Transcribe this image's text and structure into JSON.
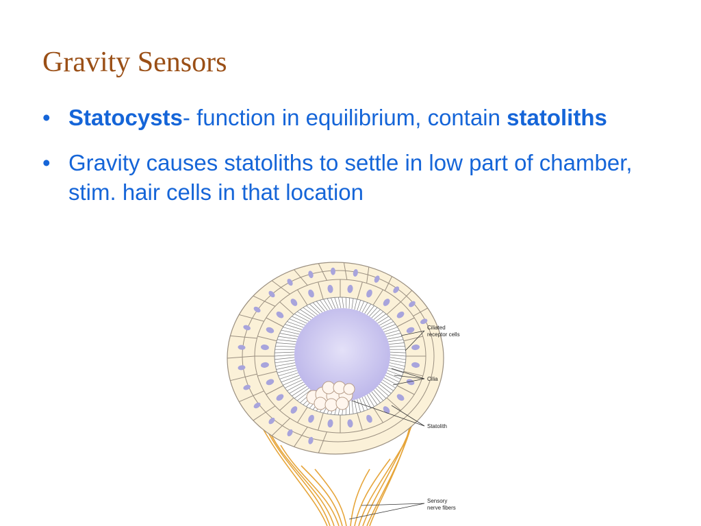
{
  "slide": {
    "title": "Gravity Sensors",
    "bullets": [
      {
        "bold1": "Statocysts",
        "text1": "- function in equilibrium, contain ",
        "bold2": "statoliths"
      },
      {
        "text1": "Gravity causes statoliths to settle in low part of chamber, stim. hair cells in that location"
      }
    ]
  },
  "diagram": {
    "labels": {
      "ciliated_line1": "Ciliated",
      "ciliated_line2": "receptor cells",
      "cilia": "Cilia",
      "statolith": "Statolith",
      "sensory_line1": "Sensory",
      "sensory_line2": "nerve fibers"
    }
  },
  "colors": {
    "title": "#9a4f16",
    "body_text": "#1565d8",
    "cell_fill": "#fbf1d8",
    "nerve": "#e6a53a",
    "nucleus": "#a8a4dc",
    "lumen": "#c9c4ef"
  }
}
